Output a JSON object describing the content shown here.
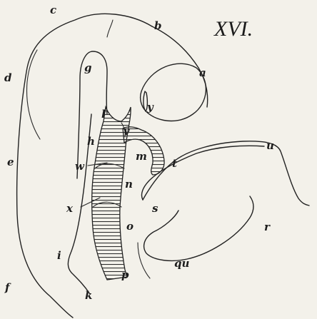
{
  "figure": {
    "title": "XVI.",
    "labels": {
      "a": "a",
      "b": "b",
      "c": "c",
      "d": "d",
      "e": "e",
      "f": "f",
      "g": "g",
      "h": "h",
      "i": "i",
      "k": "k",
      "l": "l",
      "m": "m",
      "n": "n",
      "o": "o",
      "p": "p",
      "qu": "qu",
      "r": "r",
      "s": "s",
      "t": "t",
      "u": "u",
      "v": "v",
      "w": "w",
      "x": "x",
      "y": "y"
    }
  }
}
